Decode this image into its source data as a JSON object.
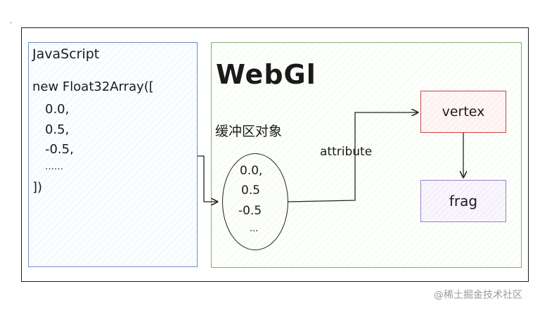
{
  "javascript": {
    "title": "JavaScript",
    "code_lines": [
      "new Float32Array([",
      "0.0,",
      "0.5,",
      "-0.5,",
      "……",
      "])"
    ]
  },
  "webgl": {
    "title": "WebGl",
    "buffer_label": "缓冲区对象",
    "buffer_values": [
      "0.0,",
      "0.5",
      "-0.5",
      "..."
    ],
    "attribute_label": "attribute",
    "vertex_label": "vertex",
    "frag_label": "frag"
  },
  "watermark": "@稀土掘金技术社区",
  "colors": {
    "javascript_border": "#6f8fbf",
    "webgl_border": "#7fb06f",
    "vertex_border": "#cc4444",
    "frag_border": "#9a7ec4"
  }
}
